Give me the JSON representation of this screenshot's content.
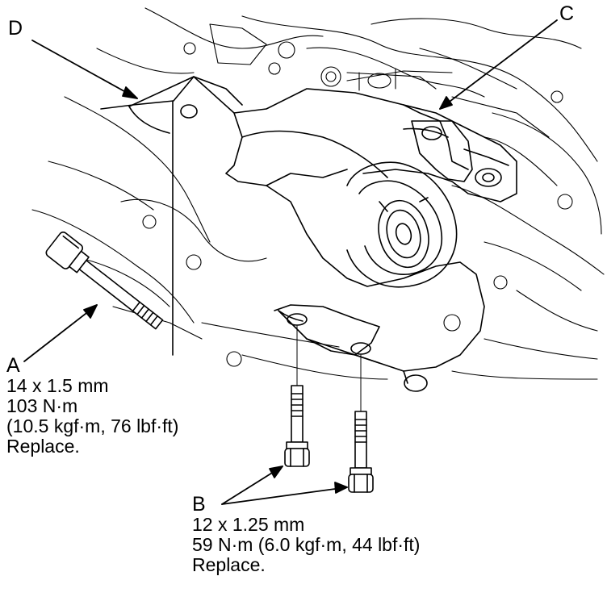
{
  "callouts": {
    "d": {
      "letter": "D"
    },
    "c": {
      "letter": "C"
    },
    "a": {
      "letter": "A",
      "size": "14 x 1.5 mm",
      "torque": "103 N·m",
      "torque_alt": "(10.5 kgf·m, 76 lbf·ft)",
      "note": "Replace."
    },
    "b": {
      "letter": "B",
      "size": "12 x 1.25 mm",
      "torque": "59 N·m (6.0 kgf·m, 44 lbf·ft)",
      "note": "Replace."
    }
  },
  "colors": {
    "ink": "#000000",
    "paper": "#ffffff"
  }
}
